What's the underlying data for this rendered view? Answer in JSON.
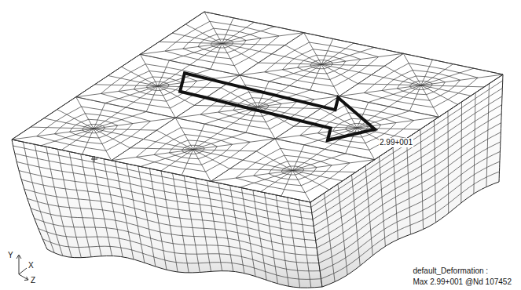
{
  "diagram": {
    "labels": [
      "2.99+001",
      "Y",
      "X",
      "Z",
      "default_Deformation :",
      "Max 2.99+001 @Nd 107452"
    ]
  }
}
